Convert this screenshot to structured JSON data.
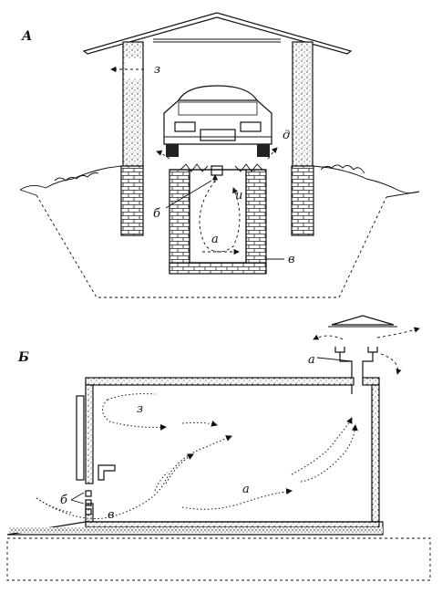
{
  "figure_a": {
    "panel_label": "А",
    "labels": {
      "wall_flow": "з",
      "top_flow": "д",
      "pit_flow_right": "и",
      "pit_center": "а",
      "pit_left_pointer": "б",
      "pit_bottom_right": "в"
    }
  },
  "figure_b": {
    "panel_label": "Б",
    "labels": {
      "roof_vent": "а",
      "upper_left_flow": "з",
      "floor_flow": "а",
      "bottom_left_vents": "б",
      "vent_bottom": "в"
    }
  }
}
